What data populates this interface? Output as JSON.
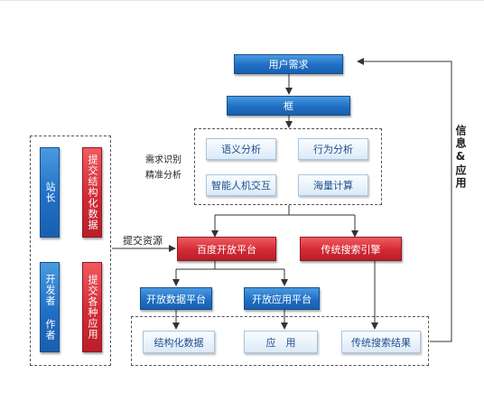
{
  "nodes": {
    "user_need": "用户需求",
    "frame": "框",
    "semantic_analysis": "语义分析",
    "behavior_analysis": "行为分析",
    "smart_interaction": "智能人机交互",
    "massive_compute": "海量计算",
    "baidu_open_platform": "百度开放平台",
    "traditional_engine": "传统搜索引擎",
    "open_data_platform": "开放数据平台",
    "open_app_platform": "开放应用平台",
    "structured_data": "结构化数据",
    "application": "应　用",
    "traditional_results": "传统搜索结果",
    "webmaster": "站长",
    "submit_structured": "提交结构化数据",
    "developer": "开发者 作者",
    "submit_apps": "提交各种应用"
  },
  "labels": {
    "need_recognition": "需求识别",
    "precise_analysis": "精准分析",
    "submit_resources": "提交资源",
    "info_and_apps": "信息&应用"
  },
  "colors": {
    "blue": "#1f6fc5",
    "red": "#d32a35",
    "light_blue": "#dceaf7",
    "line": "#333333"
  }
}
